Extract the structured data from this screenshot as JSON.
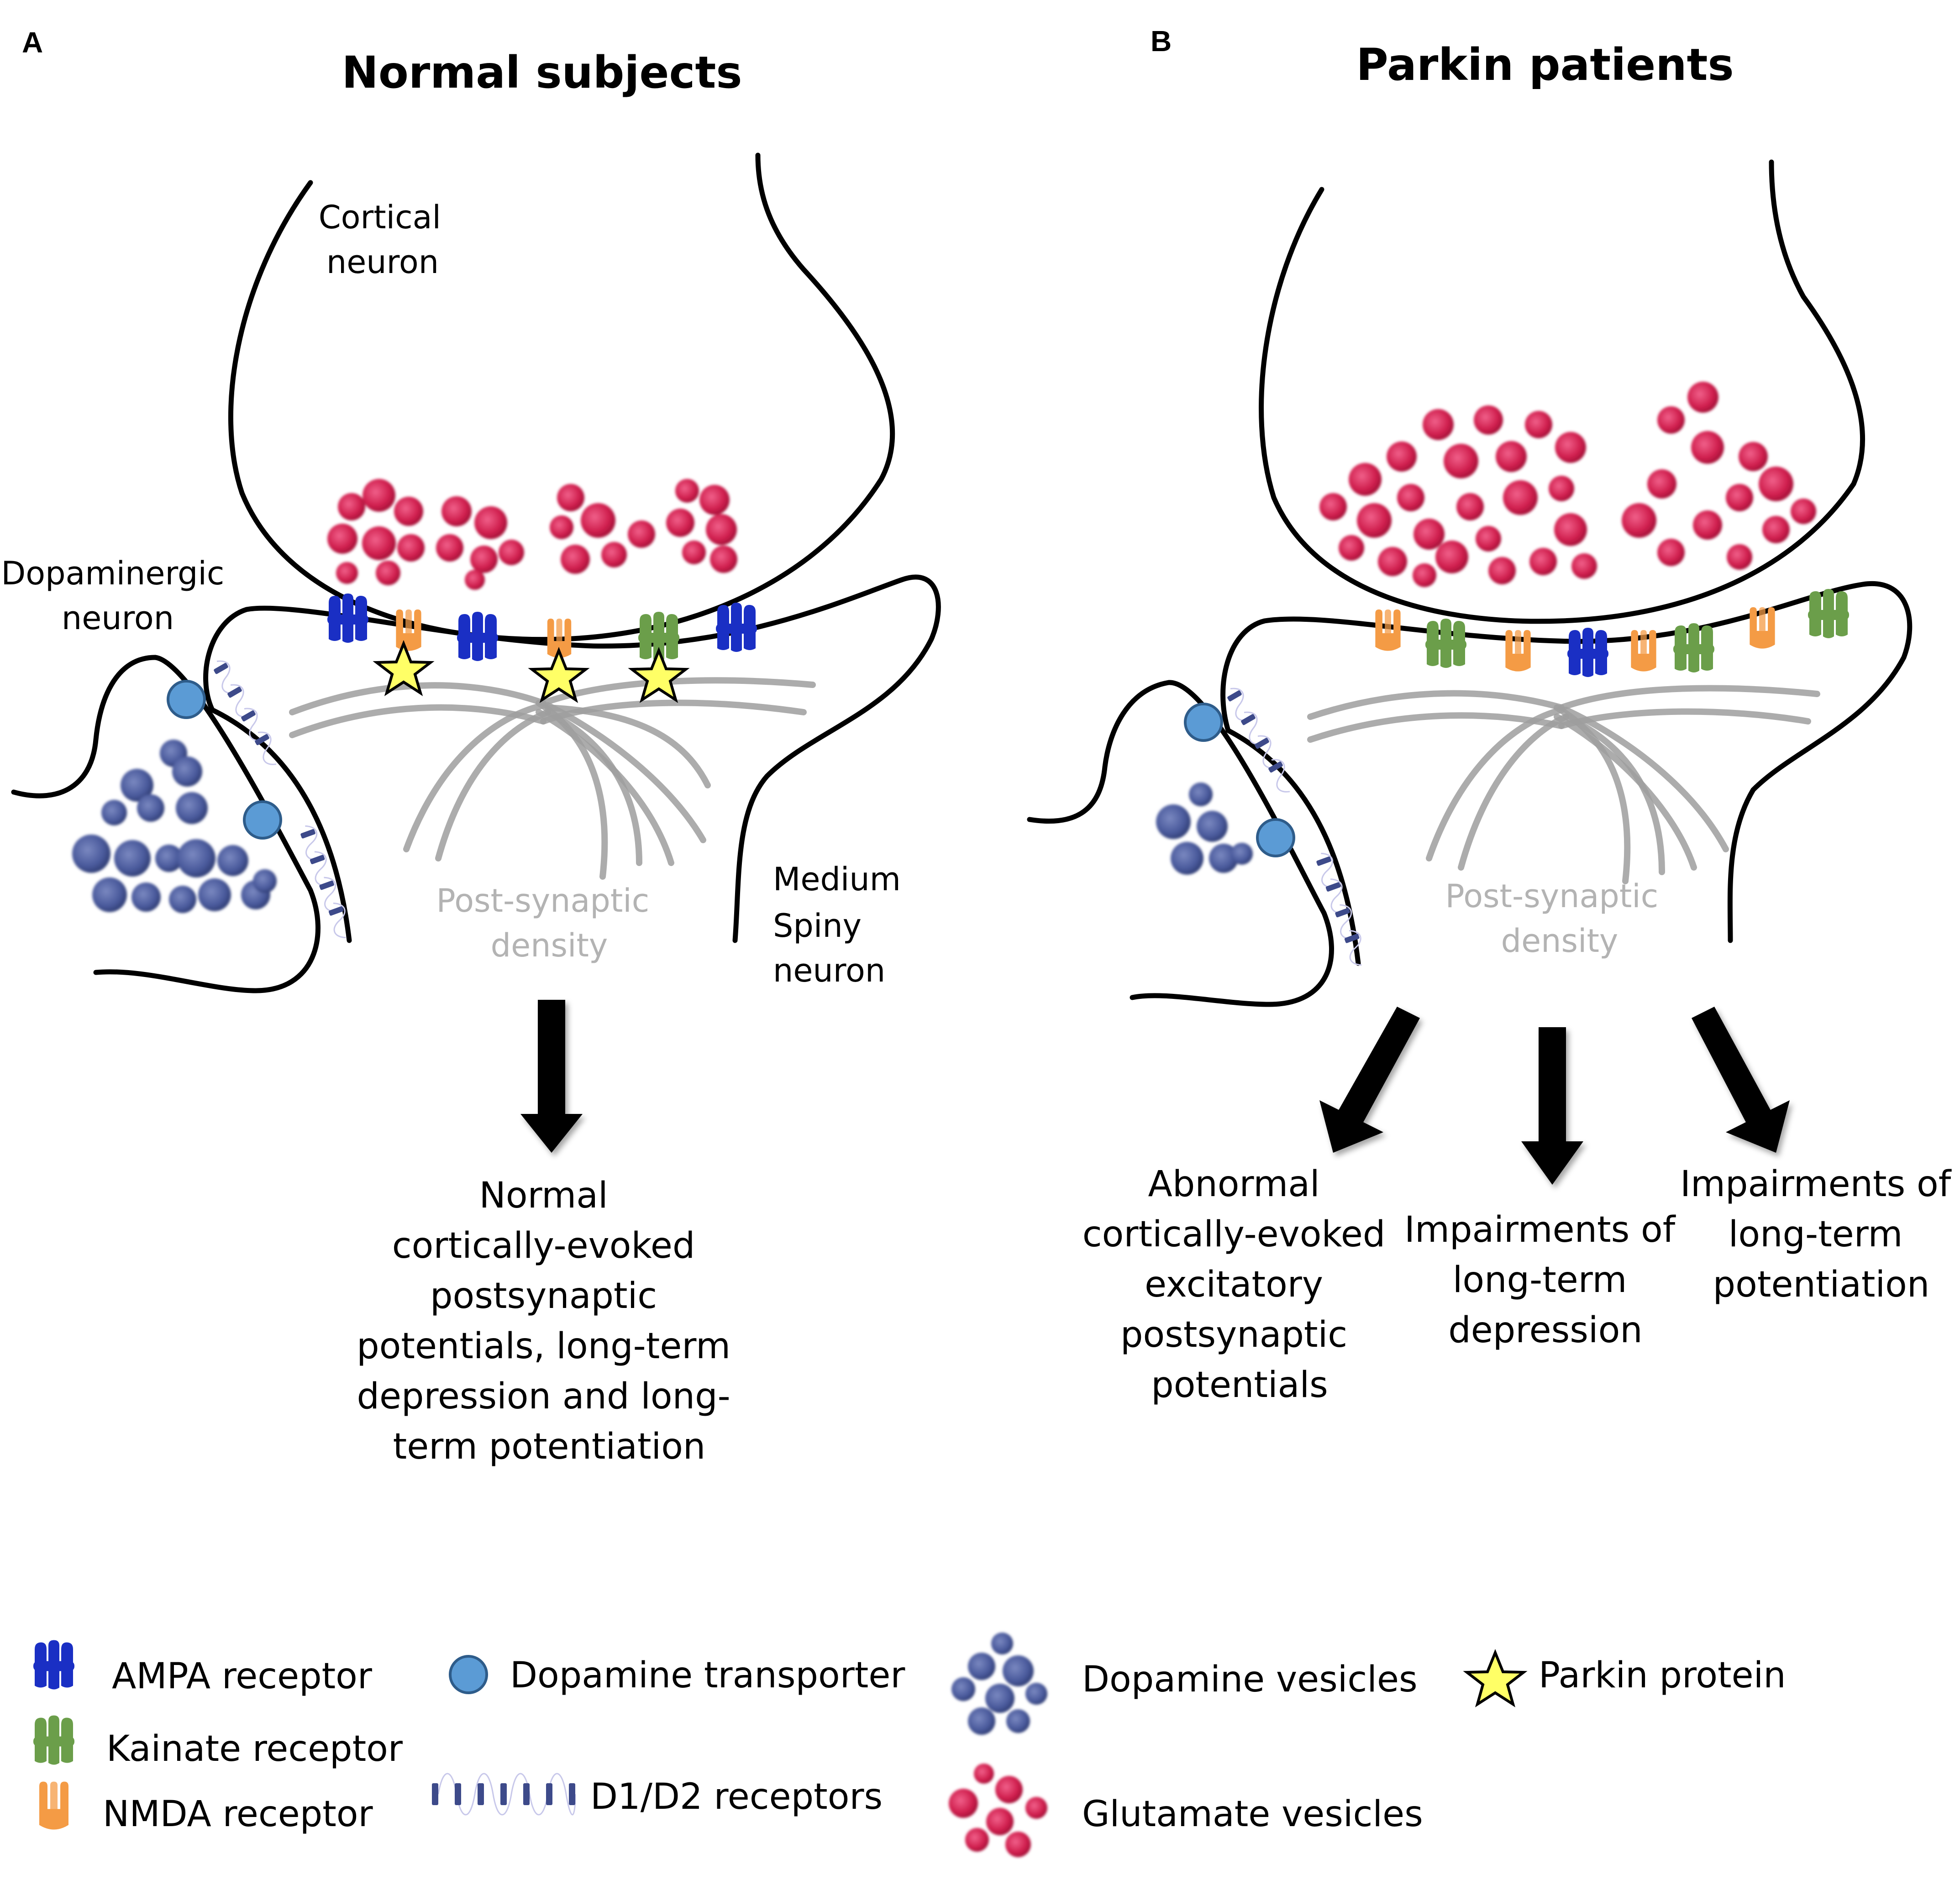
{
  "panels": {
    "a": {
      "letter": "A",
      "title": "Normal subjects",
      "cortical_neuron": [
        "Cortical",
        "neuron"
      ],
      "dopaminergic_neuron": [
        "Dopaminergic",
        "neuron"
      ],
      "medium_spiny_neuron": [
        "Medium",
        "Spiny",
        "neuron"
      ],
      "post_synaptic_density": [
        "Post-synaptic",
        "density"
      ],
      "outcome": [
        "Normal",
        "cortically-evoked",
        "postsynaptic",
        "potentials, long-term",
        "depression and long-",
        "term potentiation"
      ]
    },
    "b": {
      "letter": "B",
      "title": "Parkin patients",
      "post_synaptic_density": [
        "Post-synaptic",
        "density"
      ],
      "outcome_left": [
        "Abnormal",
        "cortically-evoked",
        "excitatory",
        "postsynaptic",
        "potentials"
      ],
      "outcome_middle": [
        "Impairments of",
        "long-term",
        "depression"
      ],
      "outcome_right": [
        "Impairments of",
        "long-term",
        "potentiation"
      ]
    }
  },
  "legend": {
    "ampa": "AMPA receptor",
    "kainate": "Kainate receptor",
    "nmda": "NMDA receptor",
    "transporter": "Dopamine transporter",
    "d1d2": "D1/D2 receptors",
    "dopamine_vesicles": "Dopamine vesicles",
    "glutamate_vesicles": "Glutamate vesicles",
    "parkin": "Parkin protein"
  },
  "icons": {
    "ampa": "ampa-receptor-icon",
    "kainate": "kainate-receptor-icon",
    "nmda": "nmda-receptor-icon",
    "transporter": "dopamine-transporter-icon",
    "d1d2": "d1-d2-receptor-icon",
    "dopamine_vesicles": "dopamine-vesicles-icon",
    "glutamate_vesicles": "glutamate-vesicles-icon",
    "parkin": "parkin-star-icon"
  },
  "colors": {
    "ampa": "#1a2fc4",
    "kainate": "#6b9e4a",
    "nmda": "#f49b45",
    "transporter": "#5b9bd5",
    "d1d2": "#3d4a8a",
    "dopamine_vesicle": "#4a5a9c",
    "glutamate_vesicle": "#d01f4e",
    "parkin_star": "#ffff66"
  }
}
